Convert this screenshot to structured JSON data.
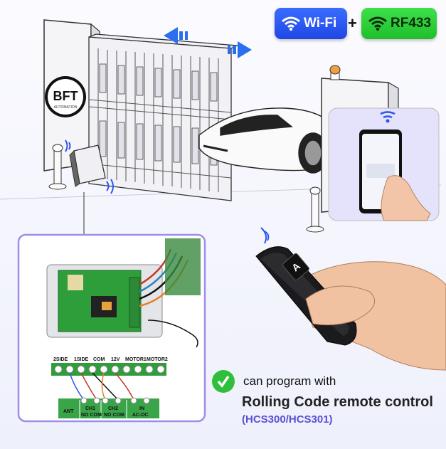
{
  "badges": {
    "wifi": {
      "label": "Wi-Fi",
      "icon": "wifi-icon",
      "color": "#2b55f0"
    },
    "plus": "+",
    "rf": {
      "label": "RF433",
      "icon": "wifi-icon",
      "color": "#2fcf3a"
    }
  },
  "logo": {
    "text": "BFT",
    "subtext": "AUTOMATION"
  },
  "terminal_top_labels": [
    "2SIDE",
    "1SIDE",
    "COM",
    "12V",
    "MOTOR1",
    "MOTOR2"
  ],
  "terminal_bottom_labels": [
    {
      "top": "ANT",
      "bottom": ""
    },
    {
      "top": "CH1",
      "bottom": "NO  COM"
    },
    {
      "top": "CH2",
      "bottom": "NO  COM"
    },
    {
      "top": "IN",
      "bottom": "AC-DC"
    }
  ],
  "remote": {
    "button": "A"
  },
  "feature": {
    "check_icon": "checkmark-icon",
    "line1": "can program with",
    "line2": "Rolling Code remote control",
    "line3": "(HCS300/HCS301)"
  },
  "colors": {
    "accent_purple": "#5b4fd6",
    "check_green": "#2fbf3a",
    "board_green": "#2e9e3a"
  }
}
